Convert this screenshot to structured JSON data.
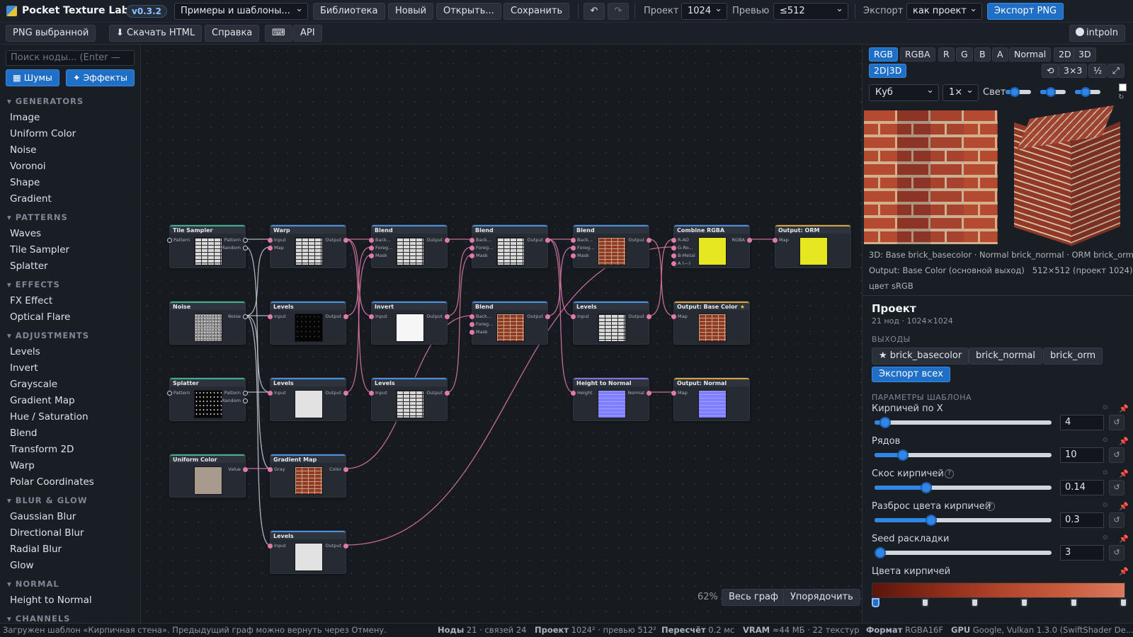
{
  "app": {
    "title": "Pocket Texture Lab",
    "version": "v0.3.2"
  },
  "toolbar": {
    "examples": "Примеры и шаблоны...",
    "library": "Библиотека",
    "new": "Новый",
    "open": "Открыть...",
    "save": "Сохранить",
    "undo": "↶",
    "redo": "↷",
    "project_label": "Проект",
    "project_value": "1024",
    "preview_label": "Превью",
    "preview_value": "≤512",
    "export_label": "Экспорт",
    "export_value": "как проект",
    "export_png": "Экспорт PNG",
    "png_selected": "PNG выбранной",
    "download_html": "⬇ Скачать HTML",
    "help": "Справка",
    "keyboard": "⌨",
    "api": "API",
    "github": "intpoln"
  },
  "sidebar": {
    "search_placeholder": "Поиск ноды... (Enter —",
    "tab_noise": "▦ Шумы",
    "tab_effects": "✦ Эффекты",
    "categories": [
      {
        "name": "▾ GENERATORS",
        "items": [
          "Image",
          "Uniform Color",
          "Noise",
          "Voronoi",
          "Shape",
          "Gradient"
        ]
      },
      {
        "name": "▾ PATTERNS",
        "items": [
          "Waves",
          "Tile Sampler",
          "Splatter"
        ]
      },
      {
        "name": "▾ EFFECTS",
        "items": [
          "FX Effect",
          "Optical Flare"
        ]
      },
      {
        "name": "▾ ADJUSTMENTS",
        "items": [
          "Levels",
          "Invert",
          "Grayscale",
          "Gradient Map",
          "Hue / Saturation",
          "Blend",
          "Transform 2D",
          "Warp",
          "Polar Coordinates"
        ]
      },
      {
        "name": "▾ BLUR & GLOW",
        "items": [
          "Gaussian Blur",
          "Directional Blur",
          "Radial Blur",
          "Glow"
        ]
      },
      {
        "name": "▾ NORMAL",
        "items": [
          "Height to Normal"
        ]
      },
      {
        "name": "▾ CHANNELS",
        "items": []
      }
    ]
  },
  "graph": {
    "zoom": "62%",
    "fit_all": "Весь граф",
    "arrange": "Упорядочить",
    "nodes": {
      "tile_sampler": {
        "title": "Tile Sampler",
        "in": [
          "Pattern"
        ],
        "out": [
          "Pattern",
          "Random"
        ]
      },
      "warp": {
        "title": "Warp",
        "in": [
          "Input",
          "Map"
        ],
        "out": [
          "Output"
        ]
      },
      "blend1": {
        "title": "Blend",
        "in": [
          "Back...",
          "Foreg...",
          "Mask"
        ],
        "out": [
          "Output"
        ]
      },
      "blend2": {
        "title": "Blend",
        "in": [
          "Back...",
          "Foreg...",
          "Mask"
        ],
        "out": [
          "Output"
        ]
      },
      "blend3": {
        "title": "Blend",
        "in": [
          "Back...",
          "Foreg...",
          "Mask"
        ],
        "out": [
          "Output"
        ]
      },
      "combine": {
        "title": "Combine RGBA",
        "in": [
          "R-AO",
          "G-Ro...",
          "B-Metal",
          "A (—)"
        ],
        "out": [
          "RGBA"
        ]
      },
      "out_orm": {
        "title": "Output: ORM",
        "in": [
          "Map"
        ],
        "out": []
      },
      "noise": {
        "title": "Noise",
        "in": [],
        "out": [
          "Noise"
        ]
      },
      "levels1": {
        "title": "Levels",
        "in": [
          "Input"
        ],
        "out": [
          "Output"
        ]
      },
      "invert": {
        "title": "Invert",
        "in": [
          "Input"
        ],
        "out": [
          "Output"
        ]
      },
      "blend4": {
        "title": "Blend",
        "in": [
          "Back...",
          "Foreg...",
          "Mask"
        ],
        "out": [
          "Output"
        ]
      },
      "levels2": {
        "title": "Levels",
        "in": [
          "Input"
        ],
        "out": [
          "Output"
        ]
      },
      "out_base": {
        "title": "Output: Base Color",
        "star": "★",
        "in": [
          "Map"
        ],
        "out": []
      },
      "splatter": {
        "title": "Splatter",
        "in": [
          "Pattern"
        ],
        "out": [
          "Pattern",
          "Random"
        ]
      },
      "levels3": {
        "title": "Levels",
        "in": [
          "Input"
        ],
        "out": [
          "Output"
        ]
      },
      "levels4": {
        "title": "Levels",
        "in": [
          "Input"
        ],
        "out": [
          "Output"
        ]
      },
      "h2n": {
        "title": "Height to Normal",
        "in": [
          "Height"
        ],
        "out": [
          "Normal"
        ]
      },
      "out_normal": {
        "title": "Output: Normal",
        "in": [
          "Map"
        ],
        "out": []
      },
      "uniform": {
        "title": "Uniform Color",
        "in": [],
        "out": [
          "Value"
        ]
      },
      "gradmap": {
        "title": "Gradient Map",
        "in": [
          "Gray"
        ],
        "out": [
          "Color"
        ]
      },
      "levels5": {
        "title": "Levels",
        "in": [
          "Input"
        ],
        "out": [
          "Output"
        ]
      }
    }
  },
  "preview": {
    "channels": [
      "RGB",
      "RGBA",
      "R",
      "G",
      "B",
      "A",
      "Normal"
    ],
    "dims": [
      "2D",
      "3D"
    ],
    "split": "2D|3D",
    "reset": "⟲",
    "tile": "3×3",
    "half": "½",
    "expand": "⤢",
    "shape": "Куб",
    "scale": "1×",
    "light_label": "Свет",
    "light_sliders": [
      0.4,
      0.45,
      0.45
    ],
    "info1": "3D: Base brick_basecolor · Normal brick_normal · ORM brick_orm",
    "info2": "Output: Base Color (основной выход)   512×512 (проект 1024)",
    "info3": "цвет sRGB"
  },
  "project": {
    "title": "Проект",
    "subtitle": "21 нод · 1024×1024",
    "outputs_label": "ВЫХОДЫ",
    "outputs": [
      "★ brick_basecolor",
      "brick_normal",
      "brick_orm"
    ],
    "export_all": "Экспорт всех",
    "params_label": "ПАРАМЕТРЫ ШАБЛОНА",
    "params": [
      {
        "label": "Кирпичей по X",
        "value": "4",
        "fraction": 0.06,
        "help": ""
      },
      {
        "label": "Рядов",
        "value": "10",
        "fraction": 0.16,
        "help": ""
      },
      {
        "label": "Скос кирпичей",
        "value": "0.14",
        "fraction": 0.29,
        "help": "?"
      },
      {
        "label": "Разброс цвета кирпичей",
        "value": "0.3",
        "fraction": 0.32,
        "help": "?"
      },
      {
        "label": "Seed раскладки",
        "value": "3",
        "fraction": 0.03,
        "help": ""
      }
    ],
    "colors_label": "Цвета кирпичей",
    "gradient_stops": [
      0,
      0.2,
      0.4,
      0.6,
      0.8,
      1.0
    ]
  },
  "status": {
    "message": "Загружен шаблон «Кирпичная стена». Предыдущий граф можно вернуть через Отмену.",
    "nodes_label": "Ноды",
    "nodes_value": "21 · связей 24",
    "proj_label": "Проект",
    "proj_value": "1024² · превью 512²",
    "recalc_label": "Пересчёт",
    "recalc_value": "0.2 мс",
    "vram_label": "VRAM",
    "vram_value": "≈44 МБ · 22 текстур",
    "format_label": "Формат",
    "format_value": "RGBA16F",
    "gpu_label": "GPU",
    "gpu_value": "Google, Vulkan 1.3.0 (SwiftShader De..."
  },
  "colors": {
    "accent": "#1f6fc6",
    "wire": "#e07aa8",
    "brick": "#a24a33",
    "normal": "#7f7fff",
    "orm": "#e6e621"
  }
}
